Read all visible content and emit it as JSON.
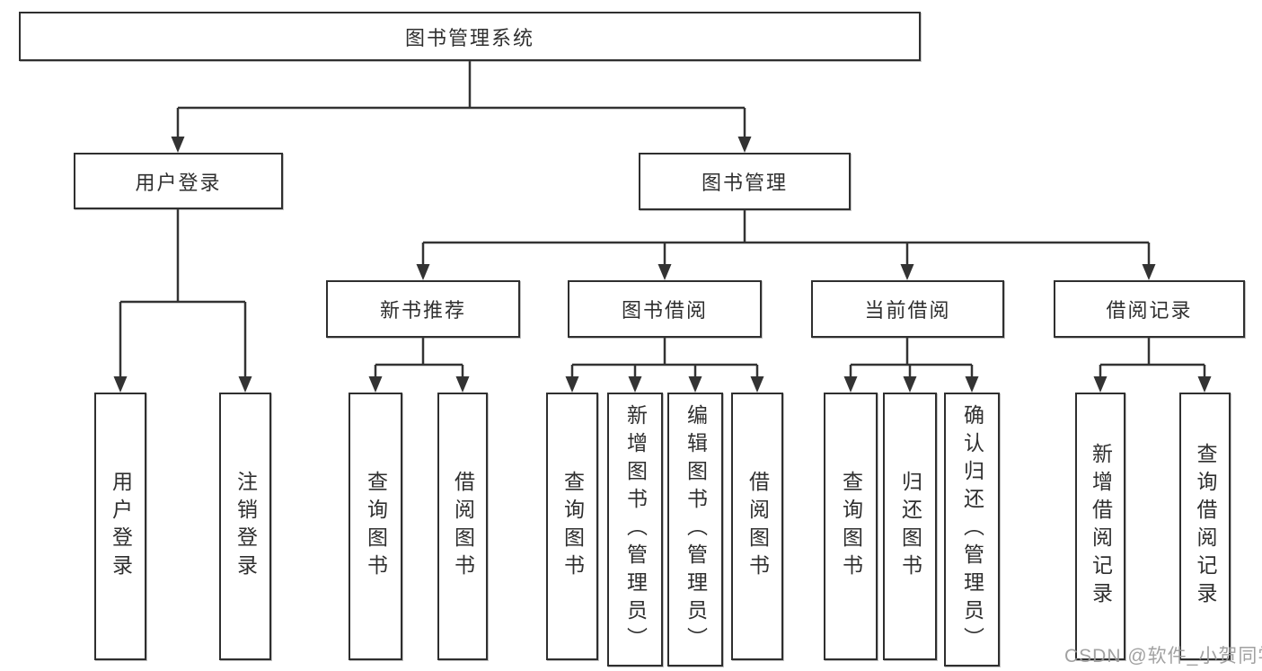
{
  "diagram": {
    "colors": {
      "line": "#333333",
      "box_border": "#2f2f2f",
      "text": "#2f2f2f",
      "watermark": "#9a9a9a",
      "background": "#ffffff"
    },
    "nodes": {
      "root": "图书管理系统",
      "user_login": "用户登录",
      "book_management": "图书管理",
      "new_book_recommend": "新书推荐",
      "book_borrow": "图书借阅",
      "current_borrow": "当前借阅",
      "borrow_records": "借阅记录"
    },
    "leaves": {
      "user_login": "用户登录",
      "logout_login": "注销登录",
      "newbooks_query_books": "查询图书",
      "newbooks_borrow_books": "借阅图书",
      "borrow_query_books": "查询图书",
      "borrow_add_books_admin": "新增图书（管理员）",
      "borrow_edit_books_admin": "编辑图书（管理员）",
      "borrow_borrow_books": "借阅图书",
      "current_query_books": "查询图书",
      "current_return_books": "归还图书",
      "current_confirm_return_admin": "确认归还（管理员）",
      "records_add_record": "新增借阅记录",
      "records_query_record": "查询借阅记录"
    },
    "watermark": "CSDN @软件_小贺同学"
  }
}
